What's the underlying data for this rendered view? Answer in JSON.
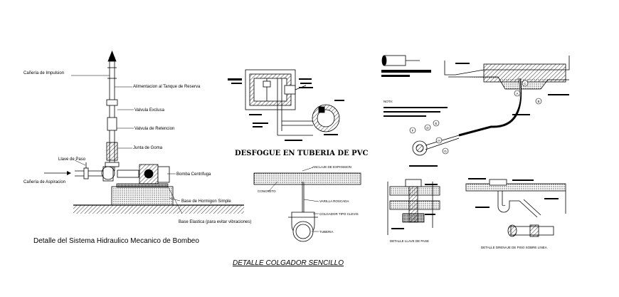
{
  "left_detail": {
    "labels": {
      "impulsion": "Cañería de Impulsion",
      "alimentacion": "Alimentacion al Tanque de Reserva",
      "exclusa": "Valvula Exclusa",
      "retencion": "Valvula de Retencion",
      "goma": "Junta de Goma",
      "llave": "Llave de Paso",
      "aspiracion": "Cañería de Aspiracion",
      "bomba": "Bomba Centrifuga",
      "base": "Base de Hormigon Simple",
      "elastica": "Base Elastica (para evitar vibraciones)"
    },
    "title": "Detalle del Sistema Hidraulico Mecanico de Bombeo"
  },
  "center_top": {
    "title": "DESFOGUE EN TUBERIA DE PVC"
  },
  "center_bottom": {
    "labels": {
      "anclaje": "ANCLAJE DE EXPANSION",
      "concreto": "CONCRETO",
      "varilla": "VARILLA ROSCADA",
      "colgador": "COLGADOR TIPO CLEVIS",
      "tuberia": "TUBERIA"
    },
    "title": "DETALLE COLGADOR SENCILLO"
  },
  "right_top": {
    "nota": "NOTA:",
    "callouts": [
      "A",
      "B",
      "C",
      "D",
      "E",
      "F",
      "G",
      "H"
    ]
  },
  "right_bottom": {
    "left_caption": "DETALLE LLAVE DE PASE",
    "right_caption": "DETALLE DRENAJE DE PISO SOBRE LINEA"
  }
}
